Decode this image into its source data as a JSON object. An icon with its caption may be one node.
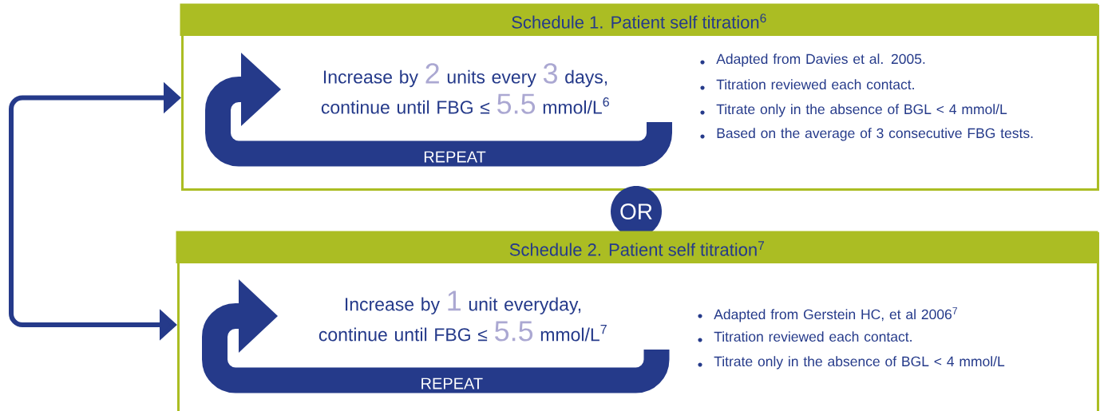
{
  "diagram": {
    "nodes": [
      {
        "text": [
          "Schedule 1. Patient self titration$^{6}$",
          "Increase by **2** units every **3** days, continue until FBG ≤ **5.5** mmol/L$^{6}$",
          "REPEAT",
          "Adapted from Davies et al. 2005.",
          "Titration reviewed each contact.",
          "Titrate only in the absence of BGL < 4 mmol/L",
          "Based on the average of 3 consecutive FBG tests."
        ]
      },
      {
        "text": [
          "OR"
        ]
      },
      {
        "text": [
          "Schedule 2. Patient self titration$^{7}$",
          "Increase by **1** unit everyday, continue until FBG ≤ **5.5** mmol/L$^{7}$",
          "REPEAT",
          "Adapted  from Gerstein HC, et al 2006$^{7}$",
          "Titration reviewed each contact.",
          "Titrate only in the absence of BGL < 4 mmol/L"
        ]
      }
    ],
    "edges": [
      {
        "from": 0,
        "to": 2,
        "arrow": "both"
      }
    ]
  }
}
